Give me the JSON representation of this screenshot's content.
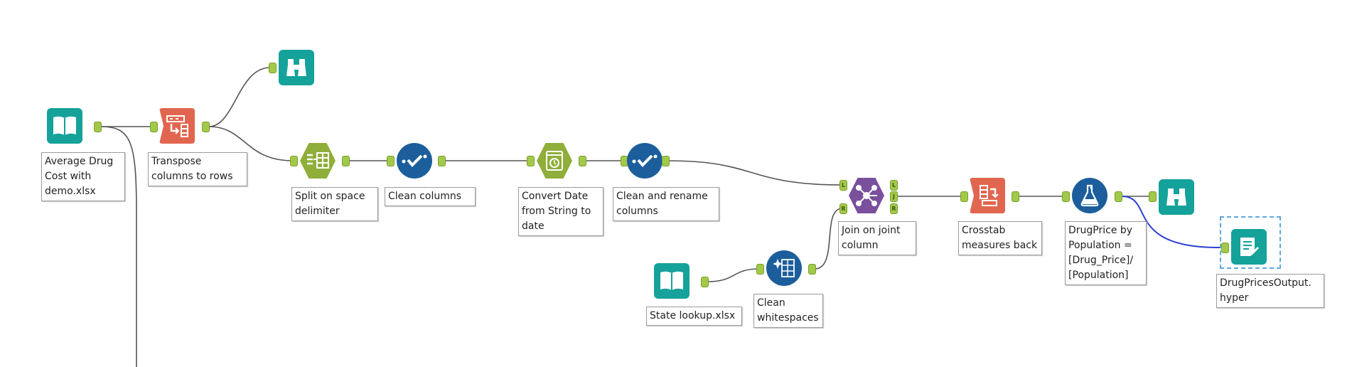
{
  "workflow": {
    "tools": {
      "input_avg": {
        "label": "Average Drug\nCost with\ndemo.xlsx",
        "icon": "book-icon",
        "color": "#14a29a"
      },
      "transpose": {
        "label": "Transpose\ncolumns to rows",
        "icon": "transpose-icon",
        "color": "#e1664f"
      },
      "browse_top": {
        "icon": "binoculars-icon",
        "color": "#14a29a"
      },
      "split": {
        "label": "Split on space\ndelimiter",
        "icon": "text-to-columns-icon",
        "color": "#8fae3a"
      },
      "clean1": {
        "label": "Clean columns",
        "icon": "check-icon",
        "color": "#1c5e9c"
      },
      "convert_date": {
        "label": "Convert Date\nfrom String to\ndate",
        "icon": "clock-icon",
        "color": "#8fae3a"
      },
      "clean2": {
        "label": "Clean and rename\ncolumns",
        "icon": "check-icon",
        "color": "#1c5e9c"
      },
      "join": {
        "label": "Join on joint\ncolumn",
        "icon": "join-icon",
        "color": "#7a4f9c"
      },
      "input_state": {
        "label": "State lookup.xlsx",
        "icon": "book-icon",
        "color": "#14a29a"
      },
      "cleanse": {
        "label": "Clean\nwhitespaces",
        "icon": "cleanse-icon",
        "color": "#1c5e9c"
      },
      "crosstab": {
        "label": "Crosstab\nmeasures back",
        "icon": "crosstab-icon",
        "color": "#e1664f"
      },
      "formula": {
        "label": "DrugPrice by\nPopulation =\n[Drug_Price]/\n[Population]",
        "icon": "flask-icon",
        "color": "#1c5e9c"
      },
      "browse_right": {
        "icon": "binoculars-icon",
        "color": "#14a29a"
      },
      "output": {
        "label": "DrugPricesOutput.\nhyper",
        "icon": "output-icon",
        "color": "#14a29a"
      }
    },
    "anchor_letters": {
      "left": "L",
      "join": "J",
      "right": "R"
    },
    "colors": {
      "anchor": "#a3c94a",
      "connection": "#555555",
      "selected_connection": "#2b3fd6",
      "selection_box": "#5fa8de"
    }
  }
}
